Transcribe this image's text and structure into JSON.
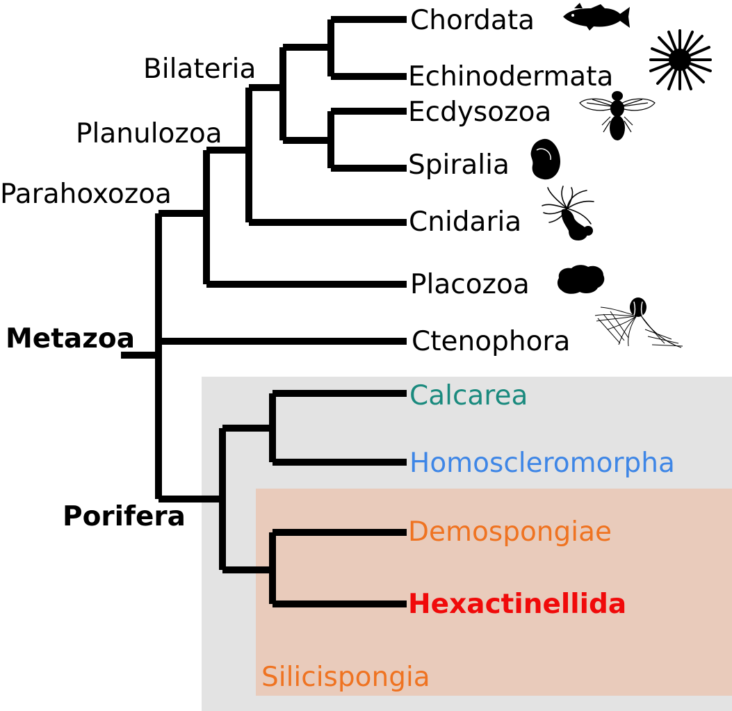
{
  "colors": {
    "branch": "#000000",
    "porifera_box": "#e3e3e3",
    "silicispongia_box": "#e9cbbb",
    "calcarea": "#1a8a7e",
    "homoscleromorpha": "#3e86e6",
    "demospongiae": "#ef7321",
    "hexactinellida": "#f00a0a",
    "silicispongia": "#ef7321"
  },
  "clades": {
    "metazoa": "Metazoa",
    "parahoxozoa": "Parahoxozoa",
    "planulozoa": "Planulozoa",
    "bilateria": "Bilateria",
    "porifera": "Porifera",
    "silicispongia": "Silicispongia"
  },
  "taxa": {
    "chordata": "Chordata",
    "echinodermata": "Echinodermata",
    "ecdysozoa": "Ecdysozoa",
    "spiralia": "Spiralia",
    "cnidaria": "Cnidaria",
    "placozoa": "Placozoa",
    "ctenophora": "Ctenophora",
    "calcarea": "Calcarea",
    "homoscleromorpha": "Homoscleromorpha",
    "demospongiae": "Demospongiae",
    "hexactinellida": "Hexactinellida"
  },
  "icons": {
    "chordata": "fish-silhouette-icon",
    "echinodermata": "sea-urchin-silhouette-icon",
    "ecdysozoa": "fly-silhouette-icon",
    "spiralia": "snail-silhouette-icon",
    "cnidaria": "polyp-silhouette-icon",
    "placozoa": "placozoan-silhouette-icon",
    "ctenophora": "comb-jelly-silhouette-icon"
  }
}
